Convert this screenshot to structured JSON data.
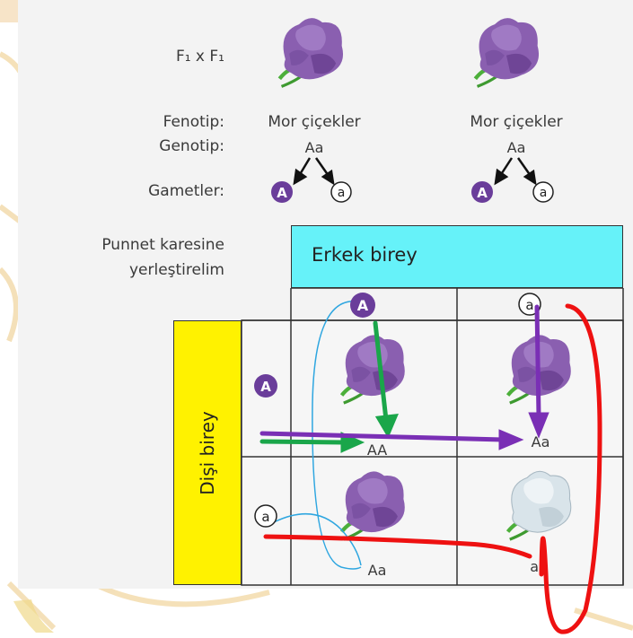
{
  "cross_label": "F₁ x F₁",
  "labels": {
    "fenotip": "Fenotip:",
    "genotip": "Genotip:",
    "gametler": "Gametler:",
    "punnet_line1": "Punnet karesine",
    "punnet_line2": "yerleştirelim"
  },
  "parents": [
    {
      "phenotype": "Mor çiçekler",
      "genotype": "Aa",
      "gamete_dominant": "A",
      "gamete_recessive": "a"
    },
    {
      "phenotype": "Mor çiçekler",
      "genotype": "Aa",
      "gamete_dominant": "A",
      "gamete_recessive": "a"
    }
  ],
  "male_header": "Erkek birey",
  "female_header": "Dişi birey",
  "male_gametes": [
    "A",
    "a"
  ],
  "female_gametes": [
    "A",
    "a"
  ],
  "offspring": [
    "AA",
    "Aa",
    "Aa",
    "aa"
  ],
  "colors": {
    "purple_flower": "#8a5fb0",
    "white_flower": "#d9e4ea",
    "dominant_allele": "#6a3d9a",
    "male_box": "#66f2f9",
    "female_box": "#fff200",
    "arrow_green": "#1aa64a",
    "arrow_purple": "#7a2fb5",
    "arrow_red": "#ee1111",
    "line_blue": "#2ea6e0"
  }
}
